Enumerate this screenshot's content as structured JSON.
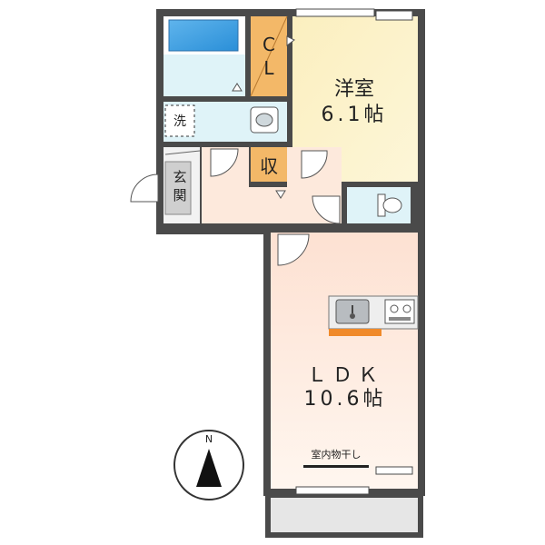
{
  "rooms": {
    "western_name": "洋室",
    "western_size": "6.1帖",
    "ldk_name": "ＬＤＫ",
    "ldk_size": "10.6帖",
    "closet_label_1": "C",
    "closet_label_2": "L",
    "storage_label": "収",
    "entrance_label_1": "玄",
    "entrance_label_2": "関",
    "washer_label": "洗",
    "drying_label": "室内物干し"
  },
  "compass": {
    "north_label": "N"
  },
  "colors": {
    "wall": "#4a4a4a",
    "western_floor": "#fcf2c4",
    "ldk_floor_top": "#fde4d6",
    "ldk_floor_bottom": "#fff4ec",
    "hall_floor": "#fde9dc",
    "closet_floor": "#f5c27a",
    "bath_water": "#3d9ee0",
    "wet_area": "#dff3f8",
    "kitchen_counter": "#f08a2a",
    "entrance": "#cfcfcf",
    "balcony": "#e6e6e6"
  }
}
